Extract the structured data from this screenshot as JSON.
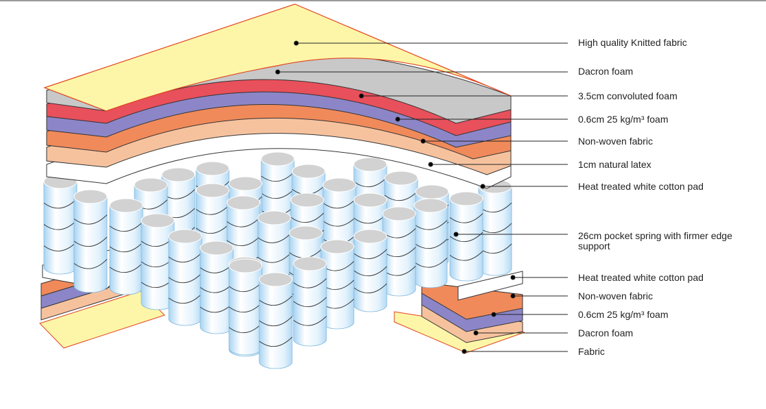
{
  "labels": [
    "High quality Knitted fabric",
    "Dacron foam",
    "3.5cm convoluted foam",
    "0.6cm 25 kg/m³ foam",
    "Non-woven fabric",
    "1cm natural latex",
    "Heat treated white cotton pad",
    "26cm pocket spring with firmer edge support",
    "Heat treated white cotton pad",
    "Non-woven fabric",
    "0.6cm 25 kg/m³ foam",
    "Dacron foam",
    "Fabric"
  ],
  "colors": {
    "knitted_fabric": "#fdf6a8",
    "dacron_foam": "#c8c8c8",
    "convoluted_foam": "#e8505b",
    "foam_25kg": "#8c86c8",
    "non_woven": "#f08a5a",
    "latex": "#f6c29e",
    "cotton_pad": "#ffffff",
    "spring": "#dbeefa",
    "outline": "#e2431e"
  }
}
